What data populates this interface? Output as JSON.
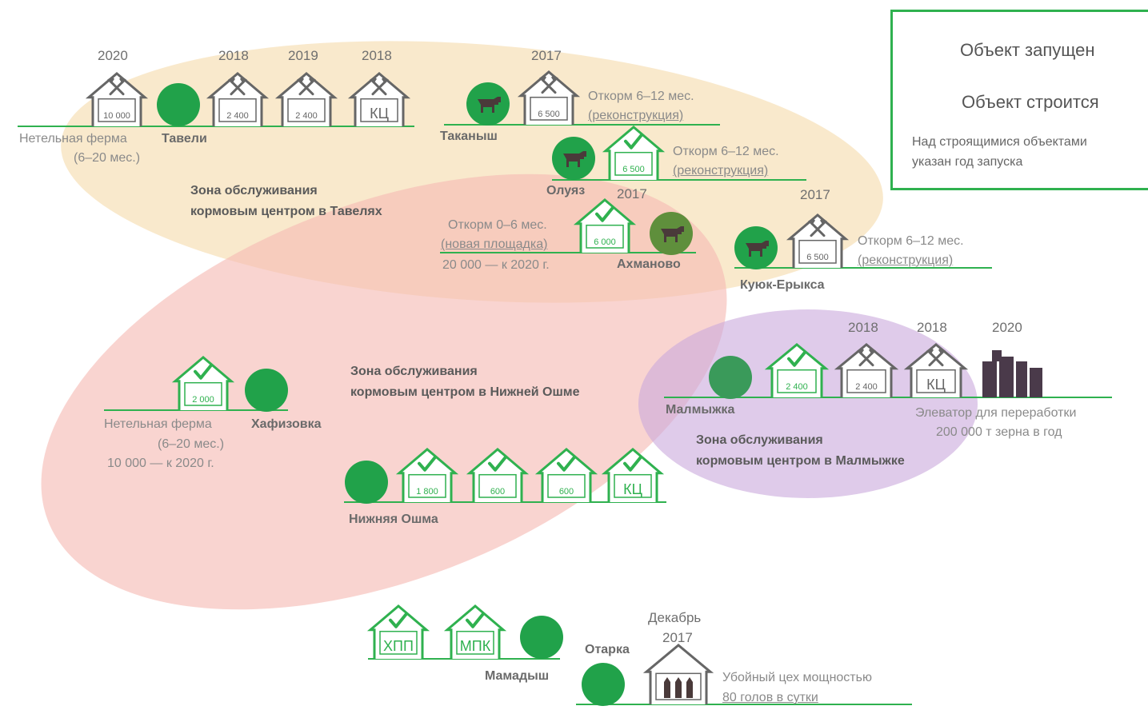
{
  "header": {
    "partial_text": ""
  },
  "colors": {
    "green": "#2fb14f",
    "dark_green": "#21924a",
    "zone_tavely": "#f8e5c3",
    "zone_nizhnyaya_oshma": "#f7c8c4",
    "zone_malmyzh": "#d7c2e2"
  },
  "legend": {
    "launched": "Объект запущен",
    "building": "Объект строится",
    "note_line1": "Над строящимися объектами",
    "note_line2": "указан год запуска"
  },
  "zones": {
    "tavely_line1": "Зона обслуживания",
    "tavely_line2": "кормовым центром в Тавелях",
    "nizhnyaya_oshma_line1": "Зона обслуживания",
    "nizhnyaya_oshma_line2": "кормовым центром в Нижней Ошме",
    "malmyzh_line1": "Зона обслуживания",
    "malmyzh_line2": "кормовым центром в Малмыжке"
  },
  "tavely": {
    "houses": [
      {
        "year": "2020",
        "label": "10 000",
        "status": "building"
      },
      {
        "year": "2018",
        "label": "2 400",
        "status": "building"
      },
      {
        "year": "2019",
        "label": "2 400",
        "status": "building"
      },
      {
        "year": "2018",
        "label": "КЦ",
        "status": "building"
      }
    ],
    "farm_name": "Тавели",
    "desc_line1": "Нетельная ферма",
    "desc_line2": "(6–20 мес.)"
  },
  "takanysh": {
    "name": "Таканыш",
    "year": "2017",
    "capacity": "6 500",
    "desc_line1": "Откорм 6–12 мес.",
    "desc_line2": "(реконструкция)"
  },
  "oluyaz": {
    "name": "Олуяз",
    "capacity": "6 500",
    "desc_line1": "Откорм 6–12 мес.",
    "desc_line2": "(реконструкция)"
  },
  "akhmanovo": {
    "name": "Ахманово",
    "year": "2017",
    "capacity": "6 000",
    "desc_line1": "Откорм 0–6 мес.",
    "desc_line2": "(новая площадка)",
    "desc_line3": "20 000 — к 2020 г."
  },
  "kuyuk": {
    "name": "Куюк-Ерыкса",
    "year": "2017",
    "capacity": "6 500",
    "desc_line1": "Откорм 6–12 мес.",
    "desc_line2": "(реконструкция)"
  },
  "malmyzh": {
    "name": "Малмыжка",
    "houses": [
      {
        "year": "",
        "label": "2 400",
        "status": "launched"
      },
      {
        "year": "2018",
        "label": "2 400",
        "status": "building"
      },
      {
        "year": "2018",
        "label": "КЦ",
        "status": "building"
      }
    ],
    "elevator_year": "2020",
    "elevator_line1": "Элеватор для переработки",
    "elevator_line2": "200 000 т зерна в год"
  },
  "khafizovka": {
    "name": "Хафизовка",
    "capacity": "2 000",
    "desc_line1": "Нетельная ферма",
    "desc_line2": "(6–20 мес.)",
    "desc_line3": "10 000 — к 2020 г."
  },
  "nizhnyaya_oshma": {
    "name": "Нижняя Ошма",
    "houses": [
      {
        "label": "1 800",
        "status": "launched"
      },
      {
        "label": "600",
        "status": "launched"
      },
      {
        "label": "600",
        "status": "launched"
      },
      {
        "label": "КЦ",
        "status": "launched"
      }
    ]
  },
  "mamadysh": {
    "name": "Мамадыш",
    "houses": [
      {
        "label": "ХПП",
        "status": "launched"
      },
      {
        "label": "МПК",
        "status": "launched"
      }
    ]
  },
  "otarka": {
    "name": "Отарка",
    "year_line1": "Декабрь",
    "year_line2": "2017",
    "desc_line1": "Убойный цех мощностью",
    "desc_line2": "80 голов в сутки"
  }
}
